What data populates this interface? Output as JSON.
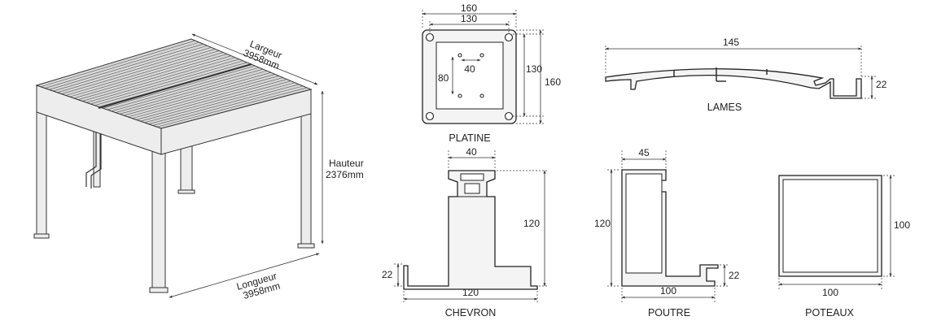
{
  "pergola": {
    "largeur_label": "Largeur",
    "largeur_value": "3958mm",
    "hauteur_label": "Hauteur",
    "hauteur_value": "2376mm",
    "longueur_label": "Longueur",
    "longueur_value": "3958mm"
  },
  "platine": {
    "caption": "PLATINE",
    "dim_top_outer": "160",
    "dim_top_inner": "130",
    "dim_right_inner": "130",
    "dim_right_outer": "160",
    "dim_hole_h": "40",
    "dim_hole_v": "80"
  },
  "lames": {
    "caption": "LAMES",
    "dim_width": "145",
    "dim_height": "22"
  },
  "chevron": {
    "caption": "CHEVRON",
    "dim_top": "40",
    "dim_height": "120",
    "dim_base": "120",
    "dim_flange": "22"
  },
  "poutre": {
    "caption": "POUTRE",
    "dim_top": "45",
    "dim_height": "120",
    "dim_base": "100",
    "dim_flange": "22"
  },
  "poteaux": {
    "caption": "POTEAUX",
    "dim_side": "100",
    "dim_bottom": "100"
  }
}
